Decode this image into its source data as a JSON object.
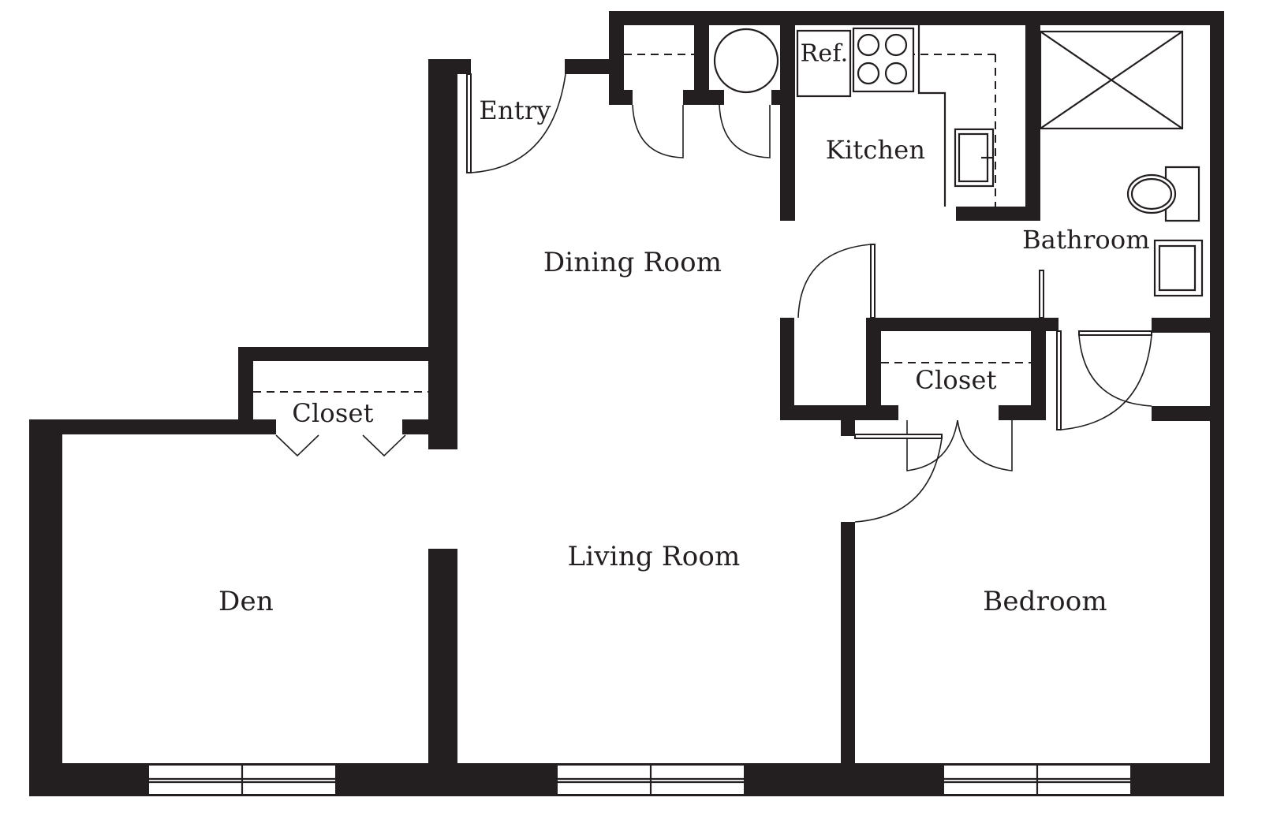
{
  "diagram": {
    "type": "floor-plan",
    "colors": {
      "wall": "#231f20",
      "background": "#ffffff"
    },
    "rooms": {
      "entry": "Entry",
      "dining_room": "Dining Room",
      "kitchen": "Kitchen",
      "bathroom": "Bathroom",
      "closet_den": "Closet",
      "closet_bedroom": "Closet",
      "den": "Den",
      "living_room": "Living Room",
      "bedroom": "Bedroom"
    },
    "fixtures": {
      "refrigerator": "Ref.",
      "stove": "stove-4-burner",
      "kitchen_sink": "sink",
      "water_heater": "water-heater-circle",
      "shower": "shower-stall",
      "toilet": "toilet",
      "bath_sink": "vanity-sink"
    },
    "windows": [
      "den-window",
      "living-room-window",
      "bedroom-window"
    ]
  }
}
